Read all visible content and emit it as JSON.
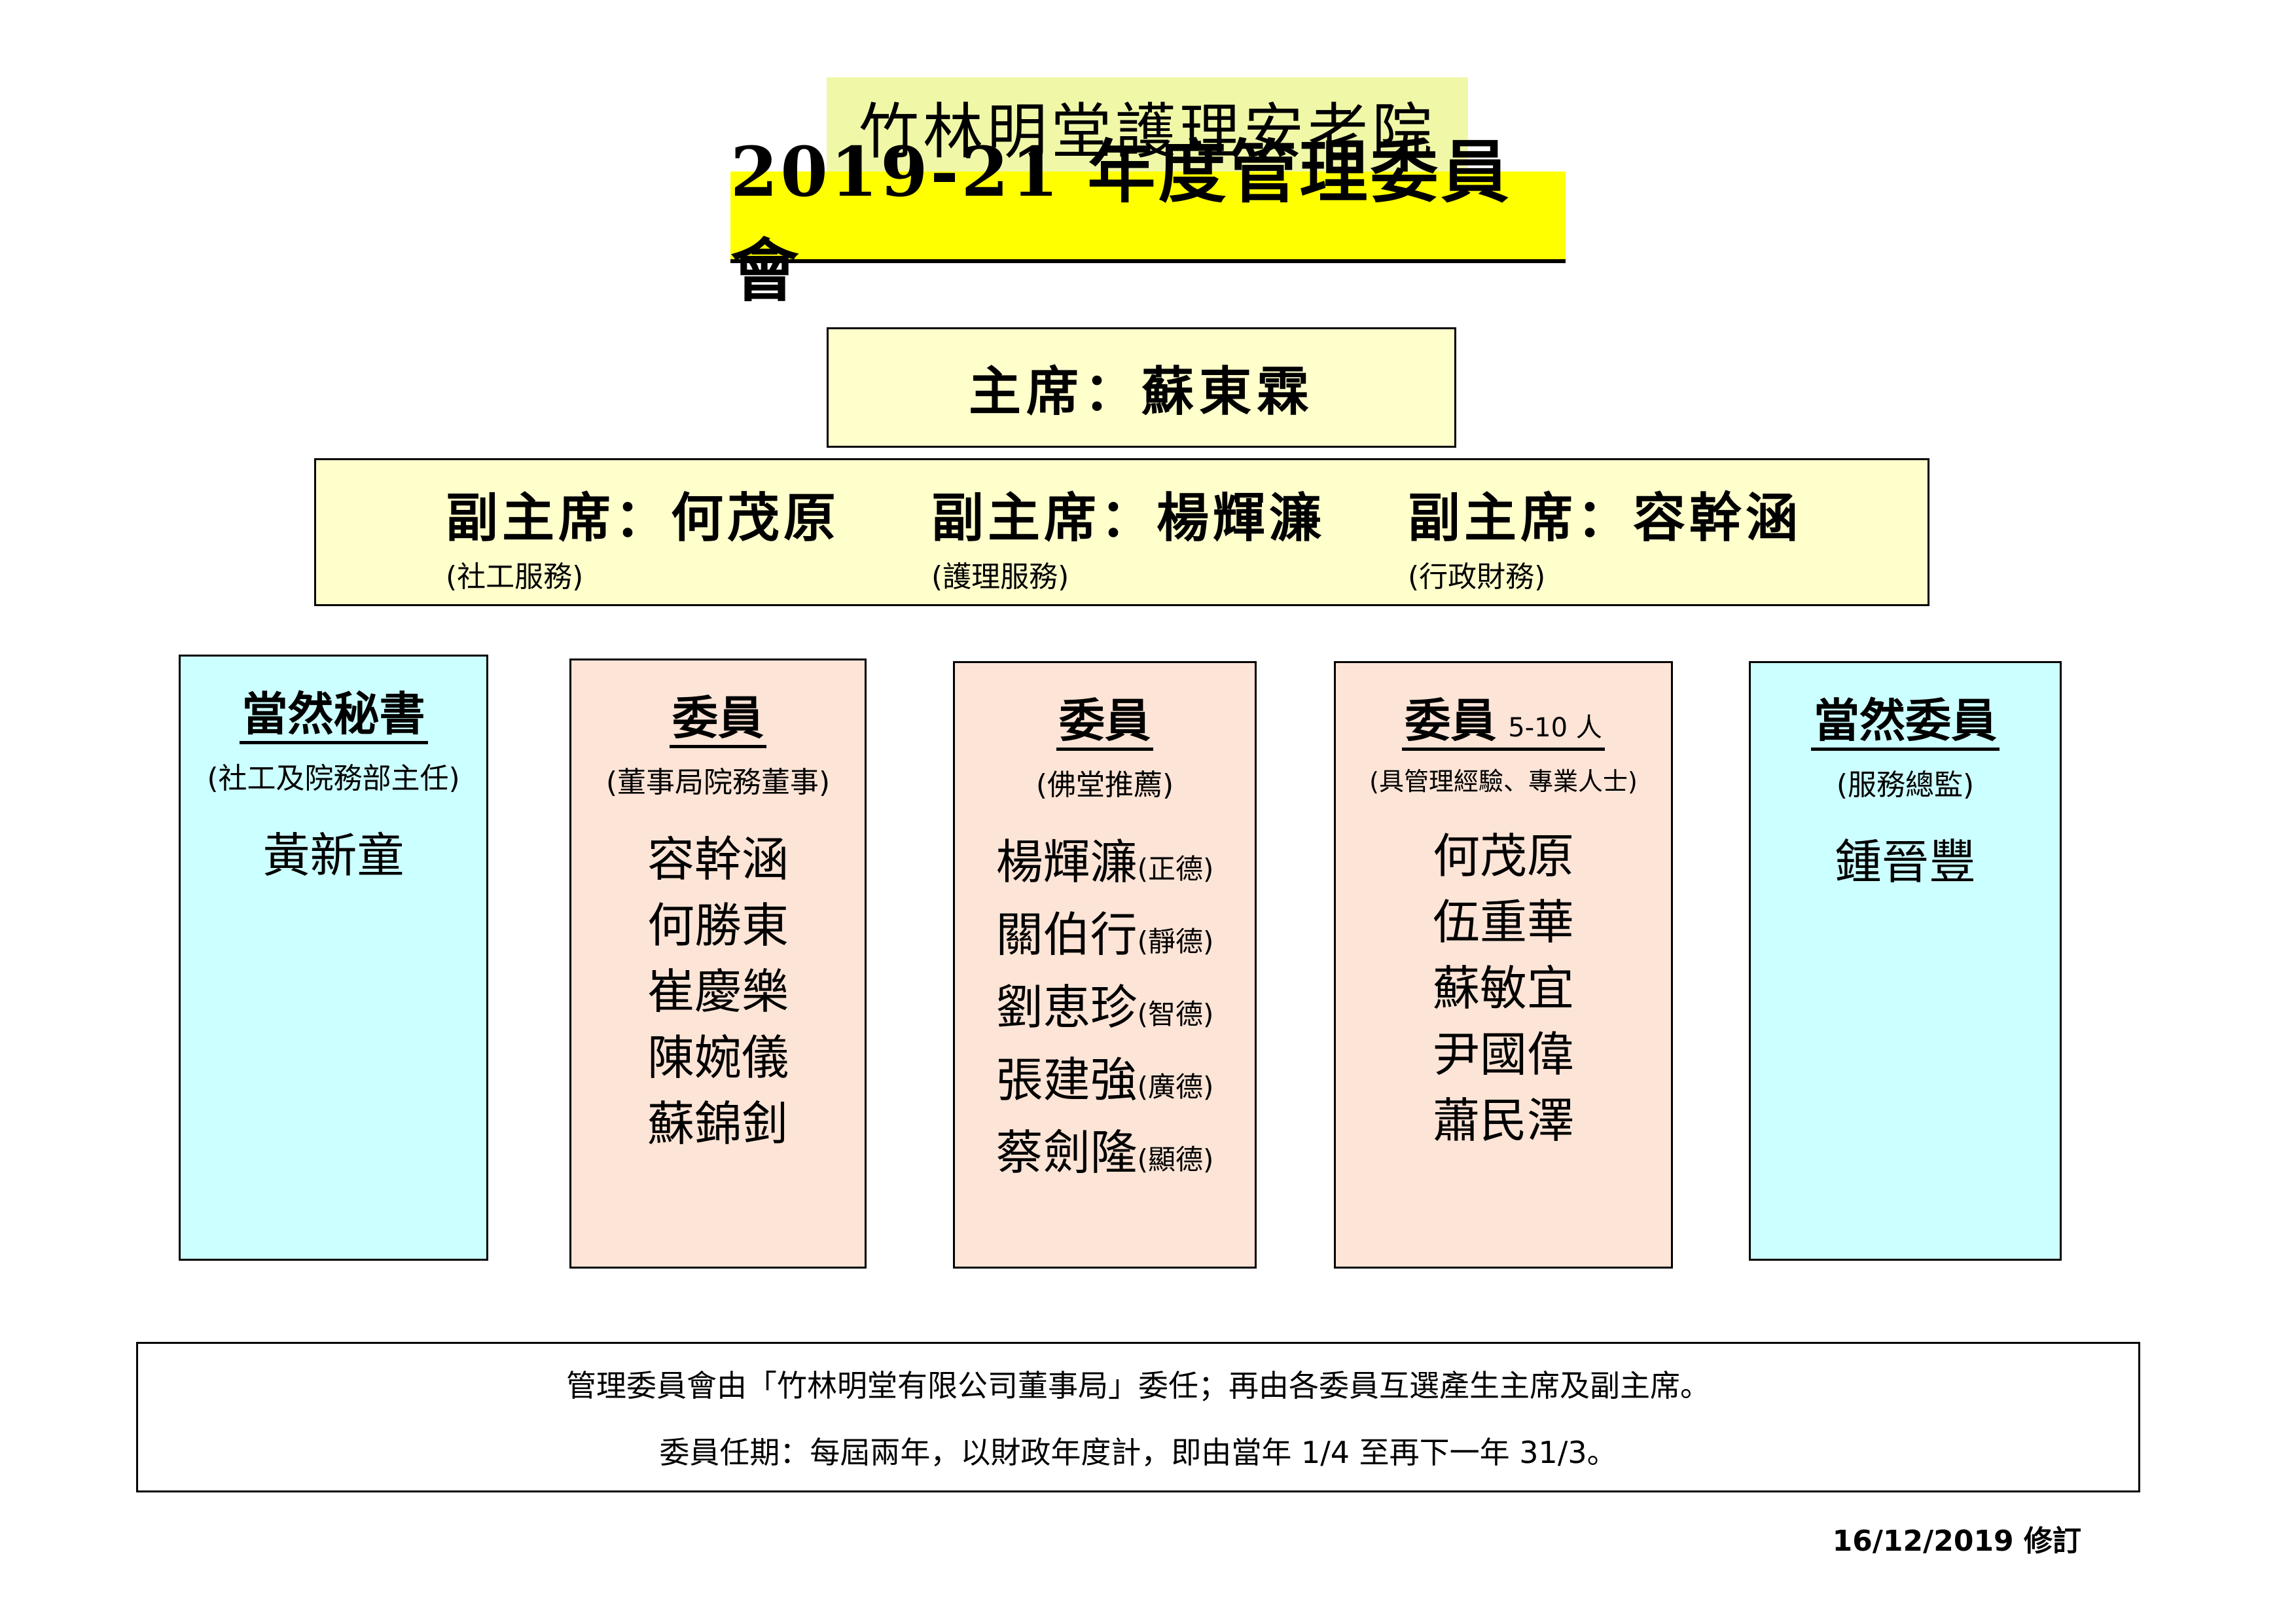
{
  "header": {
    "org_name": "竹林明堂護理安老院",
    "committee_title": "2019-21 年度管理委員會"
  },
  "chair": {
    "text": "主席：蘇東霖"
  },
  "vice_chairs": [
    {
      "text": "副主席：何茂原",
      "role": "(社工服務)"
    },
    {
      "text": "副主席：楊輝濂",
      "role": "(護理服務)"
    },
    {
      "text": "副主席：容幹涵",
      "role": "(行政財務)"
    }
  ],
  "columns": [
    {
      "title": "當然秘書",
      "extra": "",
      "note": "(社工及院務部主任)",
      "color": "#ccffff",
      "members": [
        {
          "name": "黃新童",
          "hall": ""
        }
      ]
    },
    {
      "title": "委員",
      "extra": "",
      "note": "(董事局院務董事)",
      "color": "#fce4d6",
      "members": [
        {
          "name": "容幹涵",
          "hall": ""
        },
        {
          "name": "何勝東",
          "hall": ""
        },
        {
          "name": "崔慶樂",
          "hall": ""
        },
        {
          "name": "陳婉儀",
          "hall": ""
        },
        {
          "name": "蘇錦釗",
          "hall": ""
        }
      ]
    },
    {
      "title": "委員",
      "extra": "",
      "note": "(佛堂推薦)",
      "color": "#fce4d6",
      "members": [
        {
          "name": "楊輝濂",
          "hall": "(正德)"
        },
        {
          "name": "關伯行",
          "hall": "(靜德)"
        },
        {
          "name": "劉恵珍",
          "hall": "(智德)"
        },
        {
          "name": "張建強",
          "hall": "(廣德)"
        },
        {
          "name": "蔡劍隆",
          "hall": "(顯德)"
        }
      ]
    },
    {
      "title": "委員",
      "extra": "5-10 人",
      "note": "(具管理經驗、專業人士)",
      "color": "#fce4d6",
      "members": [
        {
          "name": "何茂原",
          "hall": ""
        },
        {
          "name": "伍重華",
          "hall": ""
        },
        {
          "name": "蘇敏宜",
          "hall": ""
        },
        {
          "name": "尹國偉",
          "hall": ""
        },
        {
          "name": "蕭民澤",
          "hall": ""
        }
      ]
    },
    {
      "title": "當然委員",
      "extra": "",
      "note": "(服務總監)",
      "color": "#ccffff",
      "members": [
        {
          "name": "鍾晉豐",
          "hall": ""
        }
      ]
    }
  ],
  "footer": {
    "line1": "管理委員會由「竹林明堂有限公司董事局」委任；再由各委員互選產生主席及副主席。",
    "line2": "委員任期：每屆兩年，以財政年度計，即由當年 1/4 至再下一年 31/3。",
    "revision": "16/12/2019 修訂"
  }
}
